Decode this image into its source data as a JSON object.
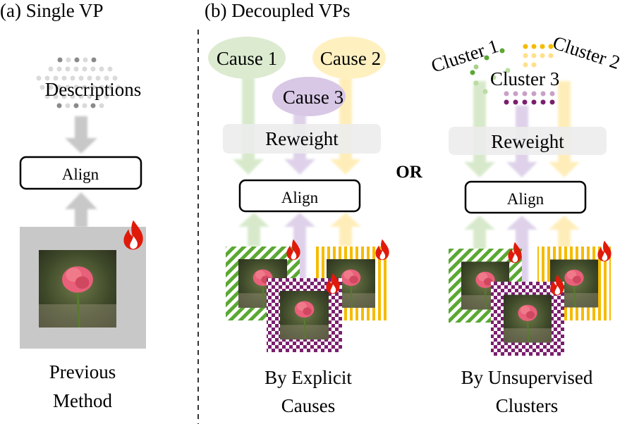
{
  "panel_a": {
    "title": "(a) Single VP",
    "descriptions": "Descriptions",
    "align": "Align",
    "caption_line1": "Previous",
    "caption_line2": "Method"
  },
  "panel_b": {
    "title": "(b) Decoupled VPs",
    "causes": [
      "Cause 1",
      "Cause 2",
      "Cause 3"
    ],
    "reweight": "Reweight",
    "align": "Align",
    "or_label": "OR",
    "left_caption_line1": "By Explicit",
    "left_caption_line2": "Causes",
    "clusters": [
      "Cluster 1",
      "Cluster 2",
      "Cluster 3"
    ],
    "right_reweight": "Reweight",
    "right_align": "Align",
    "right_caption_line1": "By Unsupervised",
    "right_caption_line2": "Clusters"
  },
  "colors": {
    "green": "#5aa832",
    "yellow": "#f5bb00",
    "purple": "#7a1f6e",
    "gray": "#c8c8c8",
    "flame": "#e01a0a"
  },
  "icons": [
    "flame-icon",
    "rose-image"
  ]
}
